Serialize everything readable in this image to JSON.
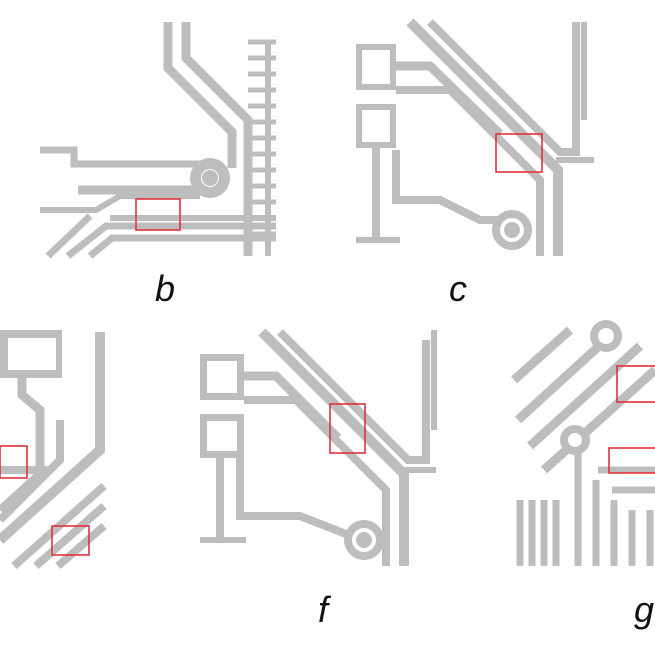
{
  "figure": {
    "colors": {
      "trace": "#bdbdbd",
      "defect": "#e0323a",
      "background": "#ffffff"
    },
    "panels": [
      {
        "id": "b",
        "label": "b",
        "defect_count": 1
      },
      {
        "id": "c",
        "label": "c",
        "defect_count": 1
      },
      {
        "id": "e",
        "label": "",
        "defect_count": 2
      },
      {
        "id": "f",
        "label": "f",
        "defect_count": 1
      },
      {
        "id": "g",
        "label": "g",
        "defect_count": 2
      }
    ]
  }
}
